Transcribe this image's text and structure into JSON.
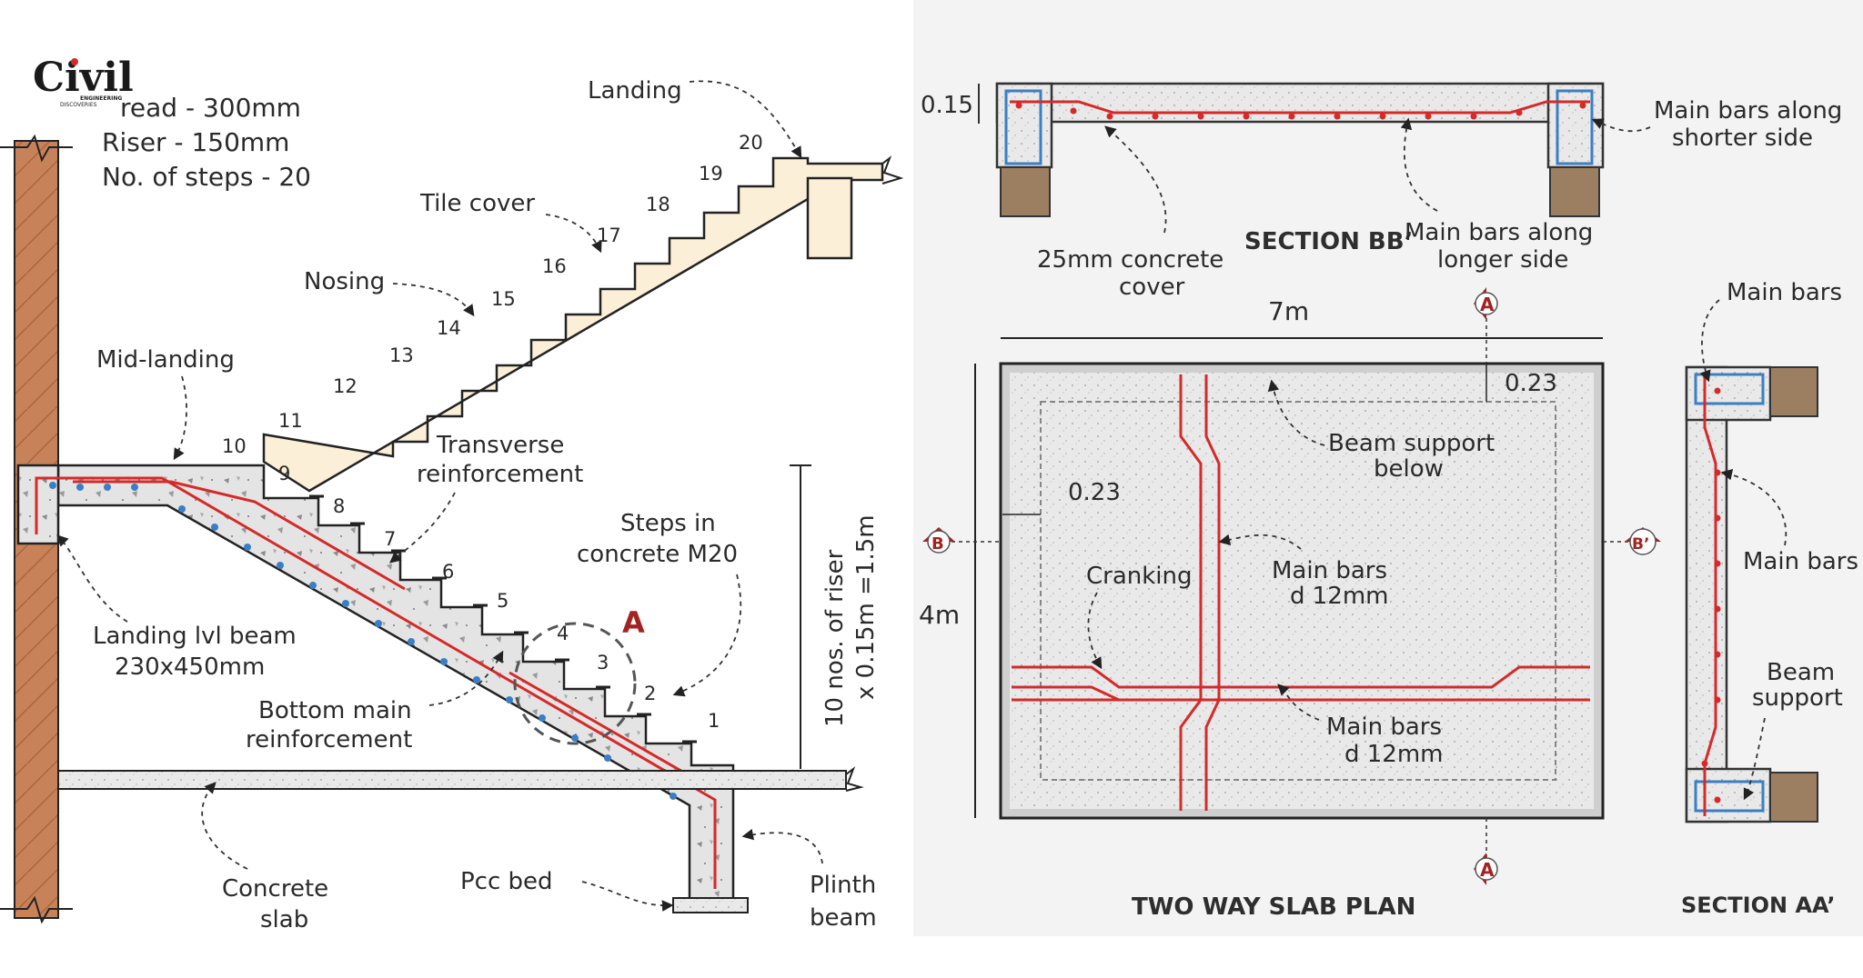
{
  "logo": {
    "text": "Civil",
    "sub1": "ENGINEERING",
    "sub2": "DISCOVERIES"
  },
  "specs": [
    "read - 300mm",
    "Riser - 150mm",
    "No. of steps - 20"
  ],
  "stair_labels": {
    "landing": "Landing",
    "tile_cover": "Tile cover",
    "nosing": "Nosing",
    "mid_landing": "Mid-landing",
    "transverse_1": "Transverse",
    "transverse_2": "reinforcement",
    "steps_1": "Steps in",
    "steps_2": "concrete M20",
    "detail_marker": "A",
    "beam_1": "Landing lvl beam",
    "beam_2": "230x450mm",
    "bottom_1": "Bottom main",
    "bottom_2": "reinforcement",
    "height_1": "10 nos. of riser",
    "height_2": "x 0.15m =1.5m",
    "concrete_1": "Concrete",
    "concrete_2": "slab",
    "pcc": "Pcc bed",
    "plinth_1": "Plinth",
    "plinth_2": "beam"
  },
  "step_numbers": [
    "1",
    "2",
    "3",
    "4",
    "5",
    "6",
    "7",
    "8",
    "9",
    "10",
    "11",
    "12",
    "13",
    "14",
    "15",
    "16",
    "17",
    "18",
    "19",
    "20"
  ],
  "section_bb": {
    "dim": "0.15",
    "title": "SECTION BB’",
    "cover_1": "25mm concrete",
    "cover_2": "cover",
    "main_short_1": "Main bars along",
    "main_short_2": "shorter side",
    "main_long_1": "Main bars along",
    "main_long_2": "longer side"
  },
  "plan": {
    "title": "TWO WAY SLAB PLAN",
    "width": "7m",
    "height": "4m",
    "dim_top": "0.23",
    "dim_left": "0.23",
    "beam_1": "Beam support",
    "beam_2": "below",
    "cranking": "Cranking",
    "main1_1": "Main bars",
    "main1_2": "d 12mm",
    "main2_1": "Main bars",
    "main2_2": "d 12mm",
    "marker_a_top": "A",
    "marker_a_bottom": "A",
    "marker_b": "B",
    "marker_b2": "B’"
  },
  "section_aa": {
    "title": "SECTION AA’",
    "main_top": "Main bars",
    "main_mid": "Main bars",
    "beam_1": "Beam",
    "beam_2": "support"
  },
  "colors": {
    "rebar": "#d42a2a",
    "stirrup": "#3a7fc4",
    "wall": "#c8825a",
    "support": "#9c7f60",
    "stair_fill": "#fbefd7",
    "concrete": "#e7e7e7",
    "marker": "#a32222"
  }
}
